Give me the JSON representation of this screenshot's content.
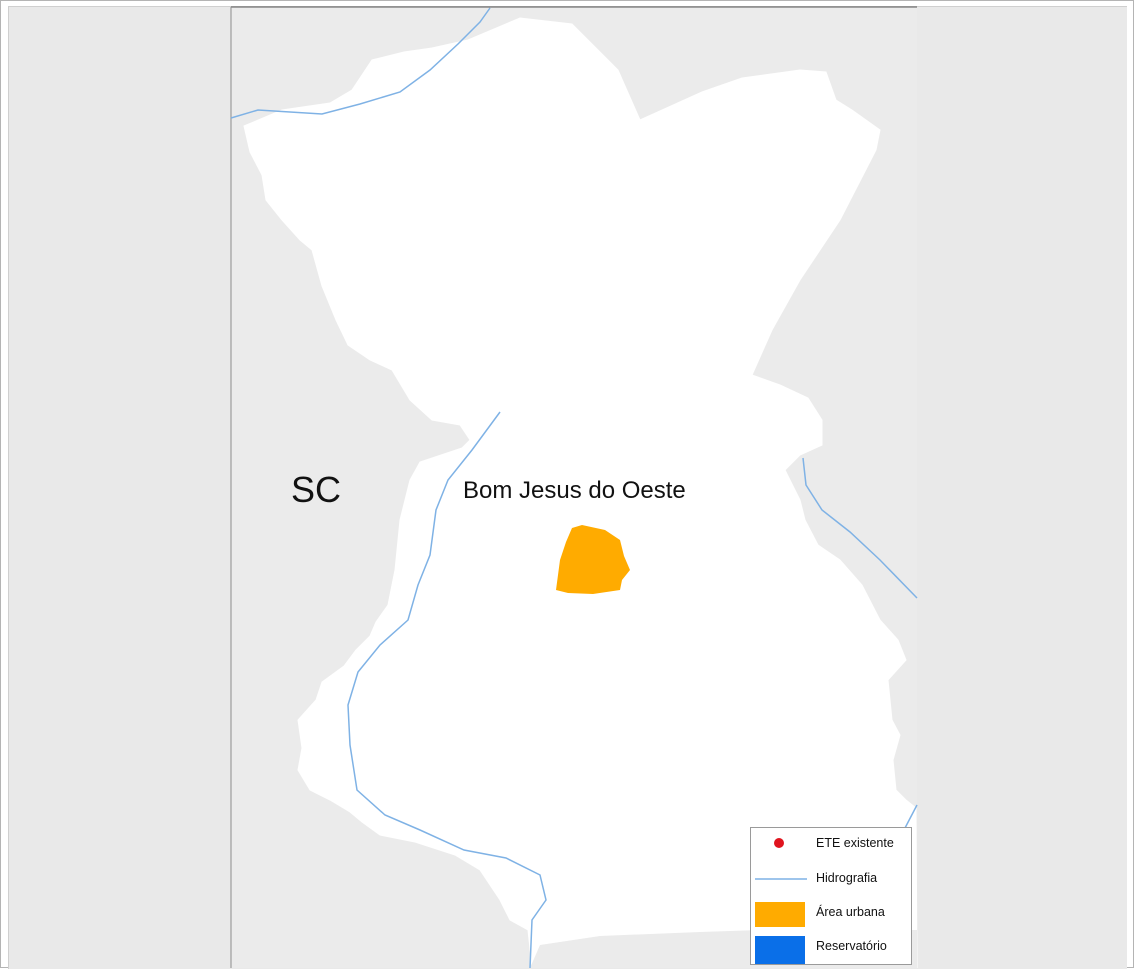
{
  "map": {
    "labels": {
      "state": "SC",
      "municipality": "Bom Jesus do Oeste"
    },
    "colors": {
      "background": "#e9e9e9",
      "municipality_fill": "#ffffff",
      "urban_area": "#ffab00",
      "river": "#7fb2e5",
      "existing_ete": "#e0141e",
      "reservoir": "#0a6fe8"
    }
  },
  "legend": {
    "items": [
      {
        "label": "ETE existente",
        "symbol": "red-dot",
        "color": "#e0141e"
      },
      {
        "label": "Hidrografia",
        "symbol": "blue-line",
        "color": "#7fb2e5"
      },
      {
        "label": "Área urbana",
        "symbol": "orange-patch",
        "color": "#ffab00"
      },
      {
        "label": "Reservatório",
        "symbol": "blue-patch",
        "color": "#0a6fe8"
      }
    ]
  }
}
